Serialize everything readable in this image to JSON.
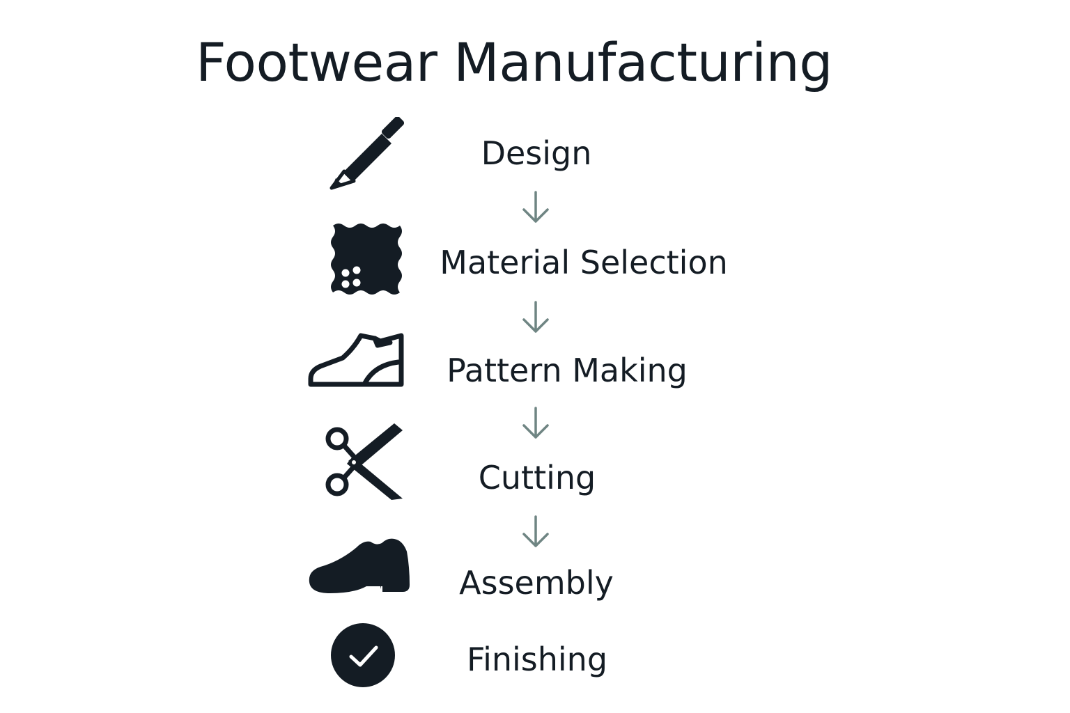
{
  "diagram": {
    "title": "Footwear Manufacturing",
    "colors": {
      "ink": "#141c24",
      "arrow": "#6f8583"
    },
    "steps": [
      {
        "label": "Design",
        "icon": "pencil-icon"
      },
      {
        "label": "Material Selection",
        "icon": "fabric-swatch-icon"
      },
      {
        "label": "Pattern Making",
        "icon": "shoe-outline-icon"
      },
      {
        "label": "Cutting",
        "icon": "scissors-icon"
      },
      {
        "label": "Assembly",
        "icon": "shoe-filled-icon"
      },
      {
        "label": "Finishing",
        "icon": "checkmark-circle-icon"
      }
    ]
  }
}
